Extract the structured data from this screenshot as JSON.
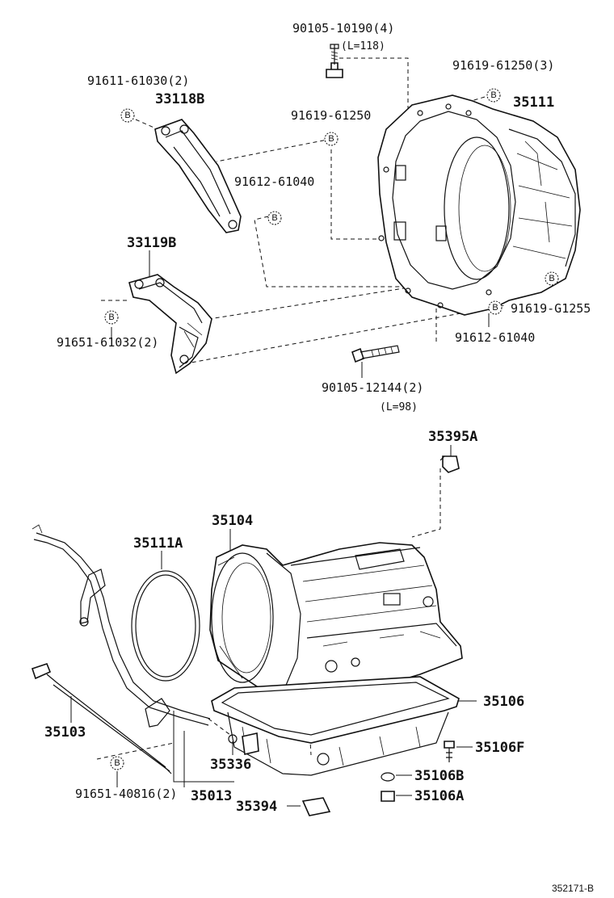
{
  "parts": {
    "p_90105_10190": "90105-10190(4)",
    "p_l118": "(L=118)",
    "p_91619_61250_3": "91619-61250(3)",
    "p_35111": "35111",
    "p_91611_61030": "91611-61030(2)",
    "p_33118B": "33118B",
    "p_91619_61250": "91619-61250",
    "p_91612_61040_top": "91612-61040",
    "p_33119B": "33119B",
    "p_91619_G1255": "91619-G1255",
    "p_91651_61032": "91651-61032(2)",
    "p_91612_61040_bot": "91612-61040",
    "p_90105_12144": "90105-12144(2)",
    "p_l98": "(L=98)",
    "p_35395A": "35395A",
    "p_35104": "35104",
    "p_35111A": "35111A",
    "p_35106": "35106",
    "p_35103": "35103",
    "p_35106F": "35106F",
    "p_35336": "35336",
    "p_35106B": "35106B",
    "p_91651_40816": "91651-40816(2)",
    "p_35013": "35013",
    "p_35106A": "35106A",
    "p_35394": "35394"
  },
  "badge_letter": "B",
  "figure_ref": "352171-B"
}
